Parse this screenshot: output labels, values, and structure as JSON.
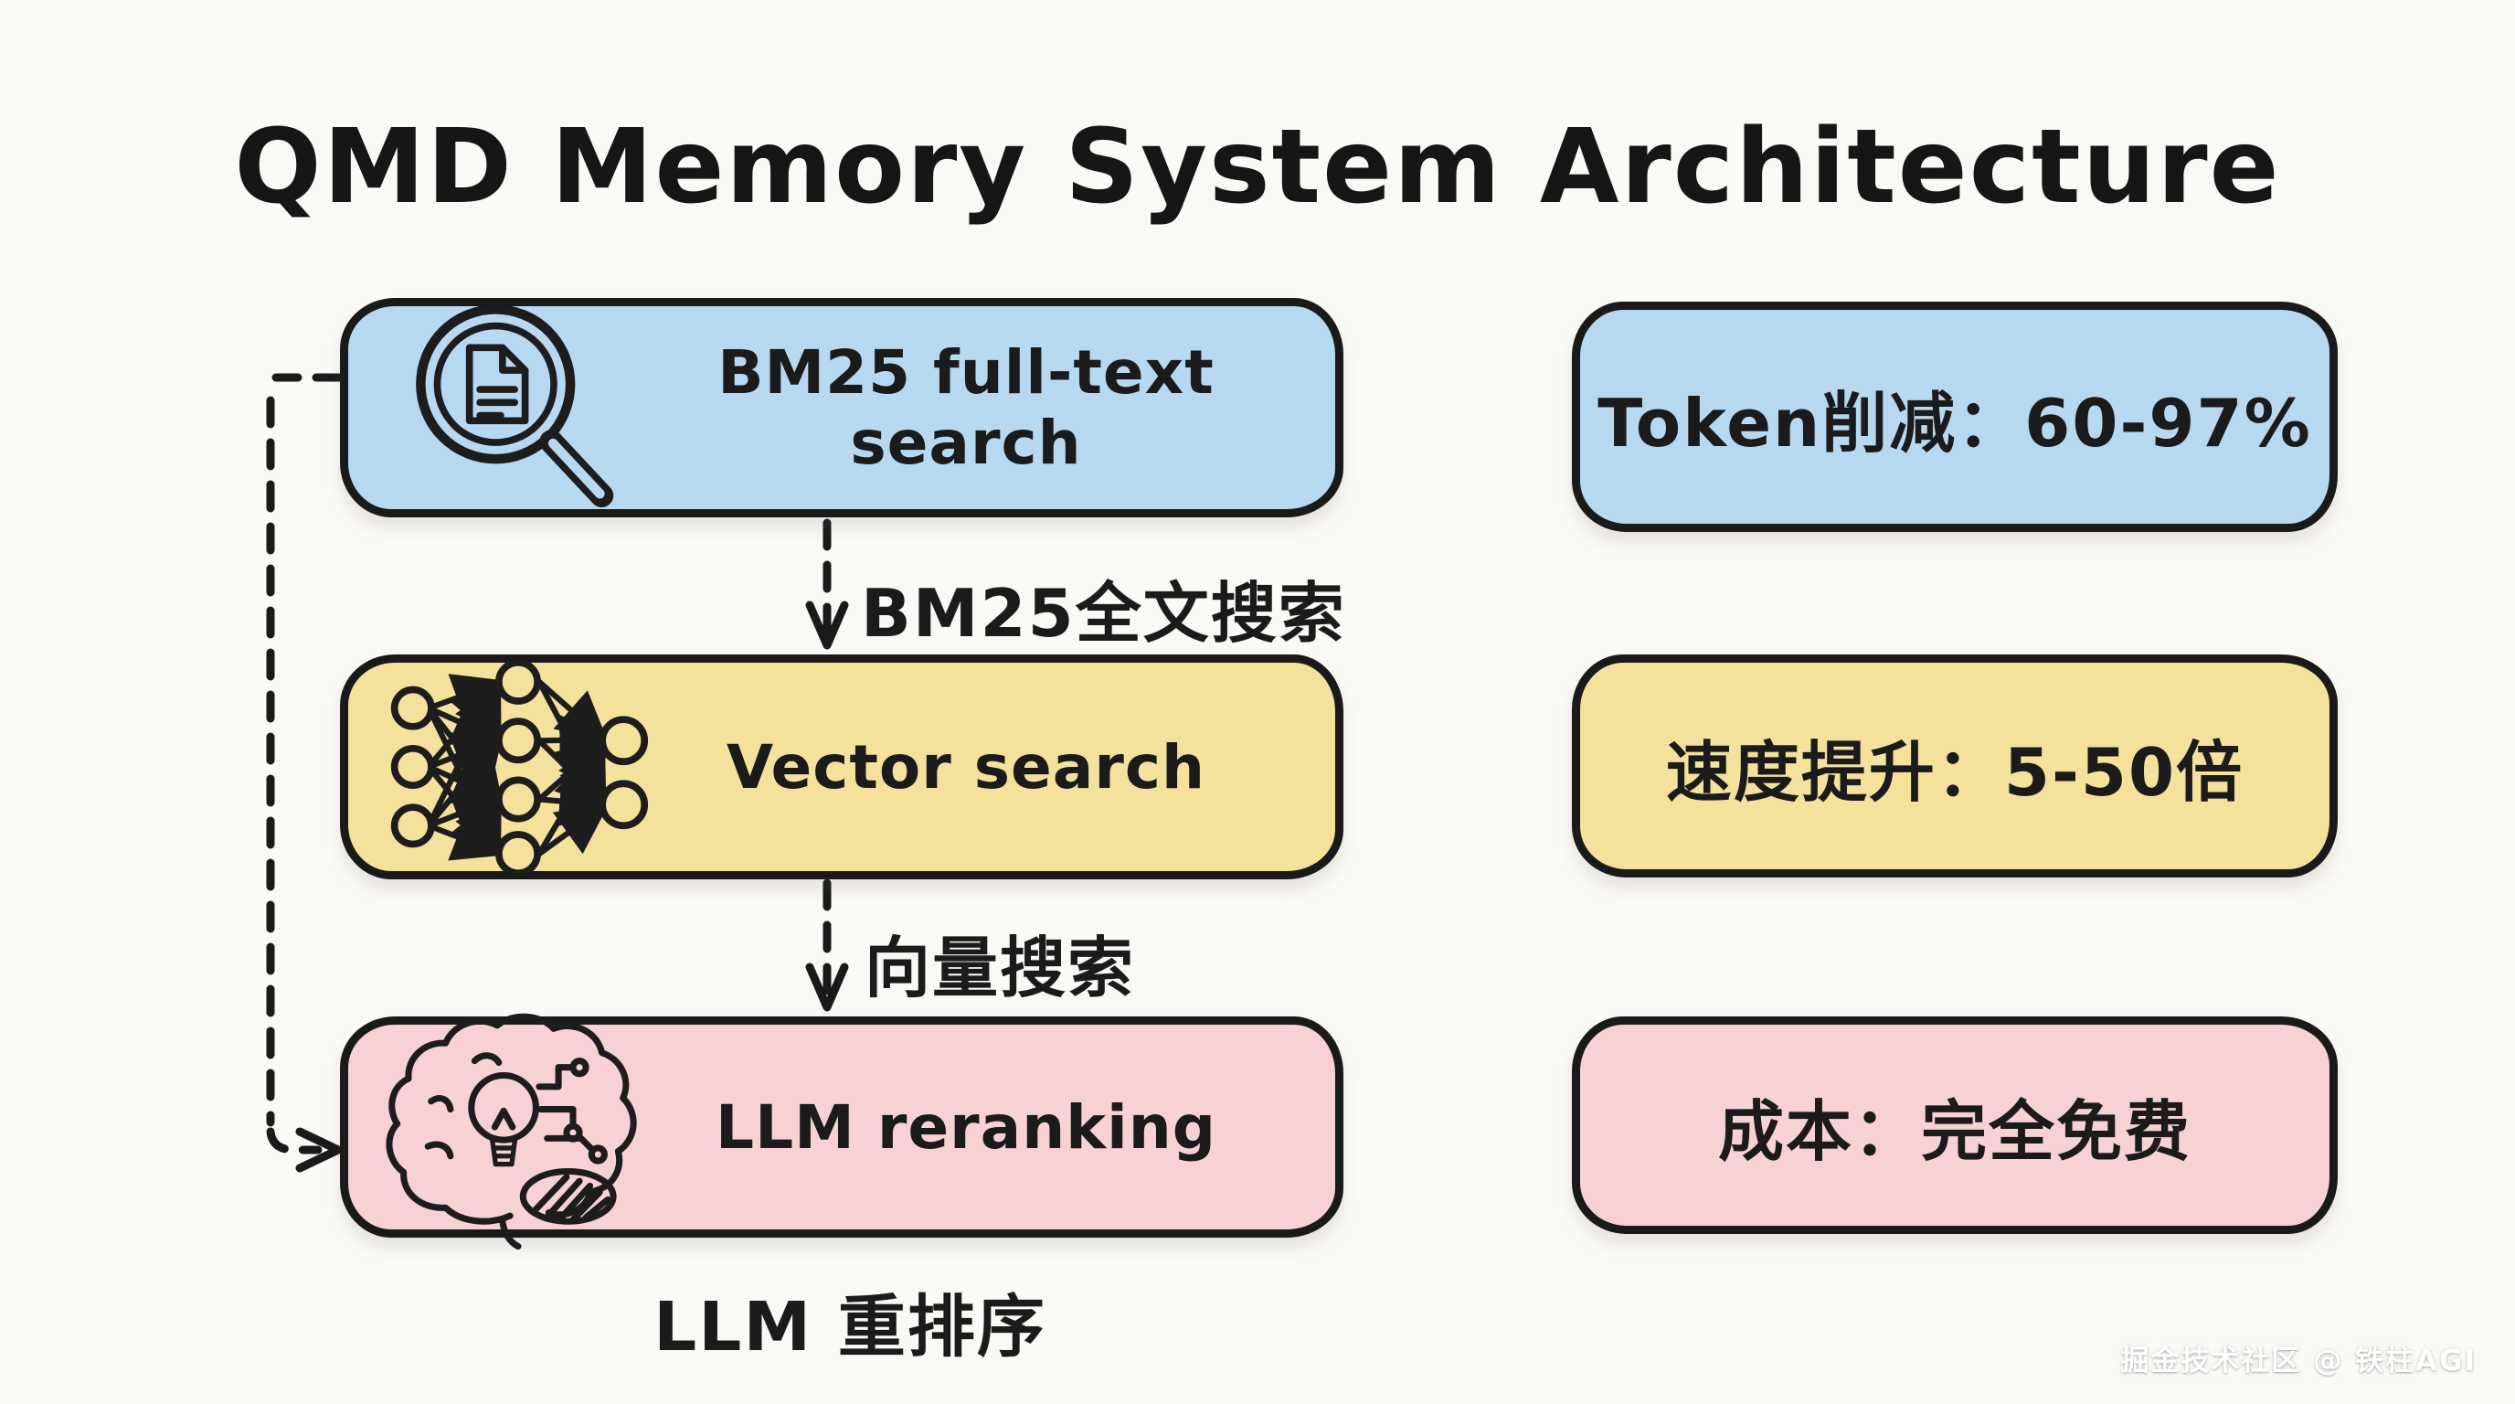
{
  "title": "QMD Memory System Architecture",
  "pipeline": {
    "boxes": [
      {
        "label": "BM25 full-text search",
        "icon": "magnifier-document-icon",
        "fill": "#b7d8f1"
      },
      {
        "label": "Vector search",
        "icon": "neural-network-icon",
        "fill": "#f4e29c"
      },
      {
        "label": "LLM reranking",
        "icon": "brain-circuit-icon",
        "fill": "#f7d1d4"
      }
    ],
    "arrows": [
      {
        "label": "BM25全文搜索"
      },
      {
        "label": "向量搜索"
      }
    ],
    "caption": "LLM 重排序"
  },
  "stats": [
    {
      "label": "Token削减：60-97%",
      "fill": "#b7d8f1"
    },
    {
      "label": "速度提升：5-50倍",
      "fill": "#f4e29c"
    },
    {
      "label": "成本：完全免费",
      "fill": "#f7d1d4"
    }
  ],
  "watermark": "掘金技术社区 @ 铁柱AGI",
  "theme": {
    "background": "#faf9f6",
    "stroke": "#1a1a1a",
    "blue": "#b7d8f1",
    "yellow": "#f4e29c",
    "pink": "#f7d1d4"
  }
}
